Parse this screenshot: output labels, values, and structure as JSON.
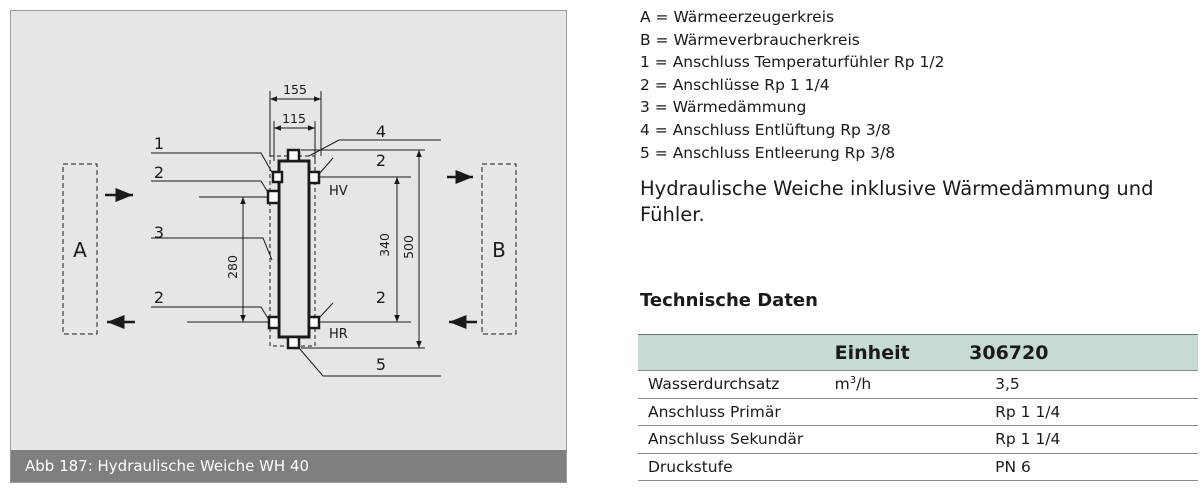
{
  "figure": {
    "caption": "Abb 187: Hydraulische Weiche WH 40",
    "circuit_a": "A",
    "circuit_b": "B",
    "dim_155": "155",
    "dim_115": "115",
    "dim_280": "280",
    "dim_340": "340",
    "dim_500": "500",
    "callout_1": "1",
    "callout_2_top_left": "2",
    "callout_3": "3",
    "callout_2_bottom_left": "2",
    "callout_4": "4",
    "callout_2_top_right": "2",
    "callout_2_bottom_right": "2",
    "callout_5": "5",
    "label_hv": "HV",
    "label_hr": "HR"
  },
  "legend": [
    "A = Wärmeerzeugerkreis",
    "B = Wärmeverbraucherkreis",
    "1 = Anschluss Temperaturfühler Rp 1/2",
    "2 = Anschlüsse Rp 1 1/4",
    "3 = Wärmedämmung",
    "4 = Anschluss Entlüftung Rp 3/8",
    "5 = Anschluss Entleerung Rp 3/8"
  ],
  "description": "Hydraulische Weiche inklusive Wärmedämmung und Fühler.",
  "tech_data": {
    "title": "Technische Daten",
    "header": [
      "",
      "Einheit",
      "306720"
    ],
    "rows": [
      {
        "label": "Wasserdurchsatz",
        "unit_base": "m",
        "unit_sup": "3",
        "unit_rest": "/h",
        "value": "3,5"
      },
      {
        "label": "Anschluss Primär",
        "unit_base": "",
        "unit_sup": "",
        "unit_rest": "",
        "value": "Rp 1 1/4"
      },
      {
        "label": "Anschluss Sekundär",
        "unit_base": "",
        "unit_sup": "",
        "unit_rest": "",
        "value": "Rp 1 1/4"
      },
      {
        "label": "Druckstufe",
        "unit_base": "",
        "unit_sup": "",
        "unit_rest": "",
        "value": "PN 6"
      }
    ]
  }
}
